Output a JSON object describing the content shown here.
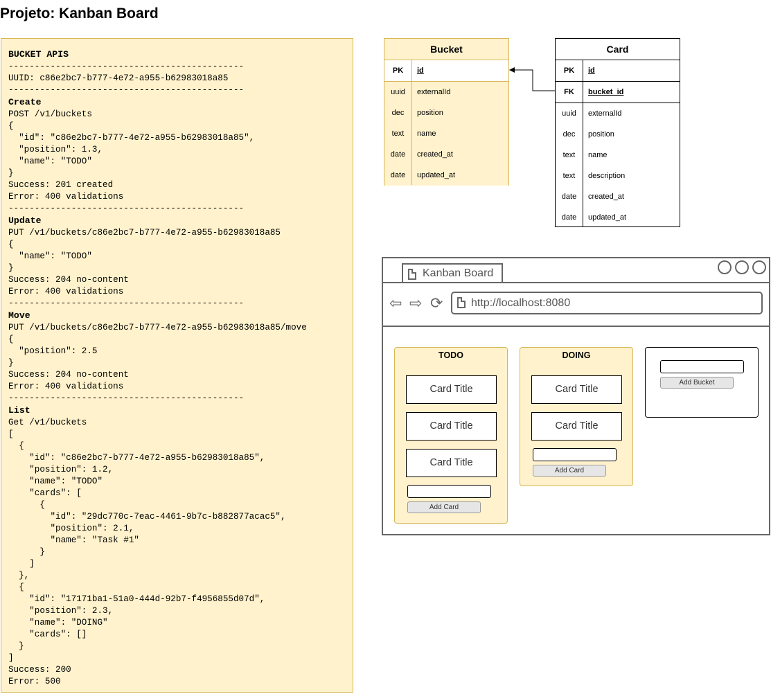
{
  "title": "Projeto: Kanban Board",
  "api_doc_lines": [
    {
      "t": "BUCKET APIS",
      "h": true
    },
    {
      "t": "---------------------------------------------"
    },
    {
      "t": "UUID: c86e2bc7-b777-4e72-a955-b62983018a85"
    },
    {
      "t": "---------------------------------------------"
    },
    {
      "t": "Create",
      "h": true
    },
    {
      "t": "POST /v1/buckets"
    },
    {
      "t": "{"
    },
    {
      "t": "  \"id\": \"c86e2bc7-b777-4e72-a955-b62983018a85\","
    },
    {
      "t": "  \"position\": 1.3,"
    },
    {
      "t": "  \"name\": \"TODO\""
    },
    {
      "t": "}"
    },
    {
      "t": "Success: 201 created"
    },
    {
      "t": "Error: 400 validations"
    },
    {
      "t": "---------------------------------------------"
    },
    {
      "t": "Update",
      "h": true
    },
    {
      "t": "PUT /v1/buckets/c86e2bc7-b777-4e72-a955-b62983018a85"
    },
    {
      "t": "{"
    },
    {
      "t": "  \"name\": \"TODO\""
    },
    {
      "t": "}"
    },
    {
      "t": "Success: 204 no-content"
    },
    {
      "t": "Error: 400 validations"
    },
    {
      "t": "---------------------------------------------"
    },
    {
      "t": "Move",
      "h": true
    },
    {
      "t": "PUT /v1/buckets/c86e2bc7-b777-4e72-a955-b62983018a85/move"
    },
    {
      "t": "{"
    },
    {
      "t": "  \"position\": 2.5"
    },
    {
      "t": "}"
    },
    {
      "t": "Success: 204 no-content"
    },
    {
      "t": "Error: 400 validations"
    },
    {
      "t": "---------------------------------------------"
    },
    {
      "t": "List",
      "h": true
    },
    {
      "t": "Get /v1/buckets"
    },
    {
      "t": "["
    },
    {
      "t": "  {"
    },
    {
      "t": "    \"id\": \"c86e2bc7-b777-4e72-a955-b62983018a85\","
    },
    {
      "t": "    \"position\": 1.2,"
    },
    {
      "t": "    \"name\": \"TODO\""
    },
    {
      "t": "    \"cards\": ["
    },
    {
      "t": "      {"
    },
    {
      "t": "        \"id\": \"29dc770c-7eac-4461-9b7c-b882877acac5\","
    },
    {
      "t": "        \"position\": 2.1,"
    },
    {
      "t": "        \"name\": \"Task #1\""
    },
    {
      "t": "      }"
    },
    {
      "t": "    ]"
    },
    {
      "t": "  },"
    },
    {
      "t": "  {"
    },
    {
      "t": "    \"id\": \"17171ba1-51a0-444d-92b7-f4956855d07d\","
    },
    {
      "t": "    \"position\": 2.3,"
    },
    {
      "t": "    \"name\": \"DOING\""
    },
    {
      "t": "    \"cards\": []"
    },
    {
      "t": "  }"
    },
    {
      "t": "]"
    },
    {
      "t": "Success: 200"
    },
    {
      "t": "Error: 500"
    }
  ],
  "bucket_table": {
    "title": "Bucket",
    "rows": [
      {
        "key": "PK",
        "field": "id"
      },
      {
        "key": "uuid",
        "field": "externalId"
      },
      {
        "key": "dec",
        "field": "position"
      },
      {
        "key": "text",
        "field": "name"
      },
      {
        "key": "date",
        "field": "created_at"
      },
      {
        "key": "date",
        "field": "updated_at"
      }
    ]
  },
  "card_table": {
    "title": "Card",
    "rows": [
      {
        "key": "PK",
        "field": "id"
      },
      {
        "key": "FK",
        "field": "bucket_id"
      },
      {
        "key": "uuid",
        "field": "externalId"
      },
      {
        "key": "dec",
        "field": "position"
      },
      {
        "key": "text",
        "field": "name"
      },
      {
        "key": "text",
        "field": "description"
      },
      {
        "key": "date",
        "field": "created_at"
      },
      {
        "key": "date",
        "field": "updated_at"
      }
    ]
  },
  "browser": {
    "tab_label": "Kanban Board",
    "url": "http://localhost:8080"
  },
  "kanban": {
    "buckets": [
      {
        "name": "TODO",
        "cards": [
          "Card Title",
          "Card Title",
          "Card Title"
        ],
        "add_card_label": "Add Card"
      },
      {
        "name": "DOING",
        "cards": [
          "Card Title",
          "Card Title"
        ],
        "add_card_label": "Add Card"
      }
    ],
    "add_bucket_label": "Add Bucket"
  }
}
